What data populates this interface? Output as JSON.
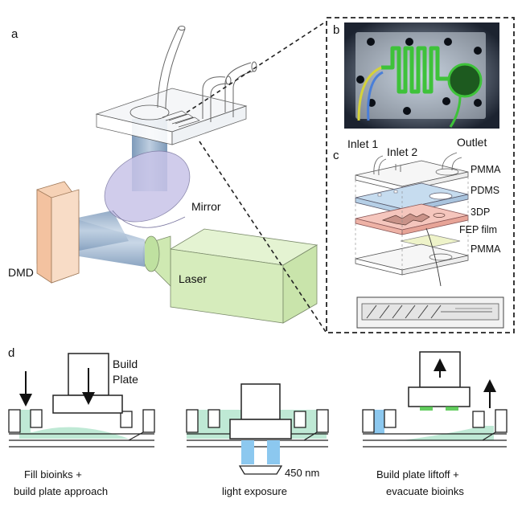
{
  "panels": {
    "a": "a",
    "b": "b",
    "c": "c",
    "d": "d"
  },
  "optics": {
    "mirror": "Mirror",
    "dmd": "DMD",
    "laser": "Laser"
  },
  "layers": {
    "inlet1": "Inlet 1",
    "inlet2": "Inlet 2",
    "outlet": "Outlet",
    "pmma_top": "PMMA",
    "pdms": "PDMS",
    "threedp": "3DP",
    "fep": "FEP film",
    "pmma_bottom": "PMMA"
  },
  "steps": {
    "build_plate_line1": "Build",
    "build_plate_line2": "Plate",
    "step1_line1": "Fill bioinks +",
    "step1_line2": "build plate approach",
    "wavelength": "450 nm",
    "step2_line1": "light exposure",
    "step3_line1": "Build plate liftoff +",
    "step3_line2": "evacuate bioinks"
  },
  "colors": {
    "beam": "#8fa9c4",
    "mirror": "#c8c4e8",
    "dmd": "#f3c2a0",
    "laser": "#d6ecbc",
    "pdms": "#c6dcef",
    "threedp": "#f5c6bd",
    "fep": "#eef3c9",
    "bioink": "#bfe9d5",
    "light": "#8cc8ef",
    "photo_dark": "#2b3342",
    "channel": "#3ec23a"
  }
}
